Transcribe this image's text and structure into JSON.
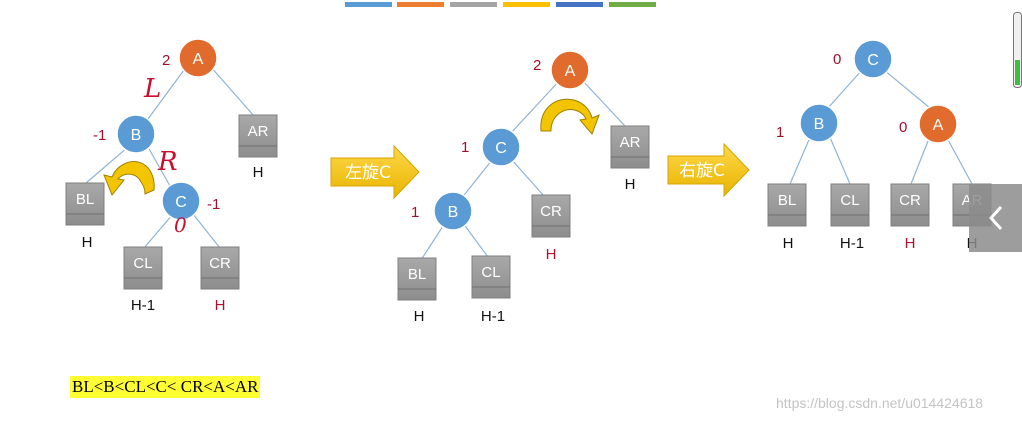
{
  "palette": [
    "#5b9bd5",
    "#ed7d31",
    "#a5a5a5",
    "#ffc000",
    "#4472c4",
    "#70ad47"
  ],
  "colors": {
    "blue_node": "#5b9bd5",
    "orange_node": "#e06b2c",
    "leaf": "#9b9b9b",
    "arrow": "#f5c400",
    "balance": "#a0102a",
    "highlight": "#ffff33"
  },
  "diagram1": {
    "nodes": {
      "A": "A",
      "B": "B",
      "C": "C"
    },
    "balance": {
      "A": "2",
      "B": "-1",
      "C": "-1"
    },
    "leaves": {
      "BL": "BL",
      "AR": "AR",
      "CL": "CL",
      "CR": "CR"
    },
    "heights": {
      "BL": "H",
      "AR": "H",
      "CL": "H-1",
      "CR": "H"
    },
    "annotations": {
      "L": "L",
      "R": "R",
      "zero": "0"
    }
  },
  "arrow1": {
    "label": "左旋C"
  },
  "diagram2": {
    "nodes": {
      "A": "A",
      "C": "C",
      "B": "B"
    },
    "balance": {
      "A": "2",
      "C": "1",
      "B": "1"
    },
    "leaves": {
      "AR": "AR",
      "CR": "CR",
      "BL": "BL",
      "CL": "CL"
    },
    "heights": {
      "AR": "H",
      "CR": "H",
      "BL": "H",
      "CL": "H-1"
    }
  },
  "arrow2": {
    "label": "右旋C"
  },
  "diagram3": {
    "nodes": {
      "C": "C",
      "B": "B",
      "A": "A"
    },
    "balance": {
      "C": "0",
      "B": "1",
      "A": "0"
    },
    "leaves": {
      "BL": "BL",
      "CL": "CL",
      "CR": "CR",
      "AR": "AR"
    },
    "heights": {
      "BL": "H",
      "CL": "H-1",
      "CR": "H",
      "AR": "H"
    }
  },
  "ordering": "BL<B<CL<C< CR<A<AR",
  "watermark": "https://blog.csdn.net/u014424618"
}
